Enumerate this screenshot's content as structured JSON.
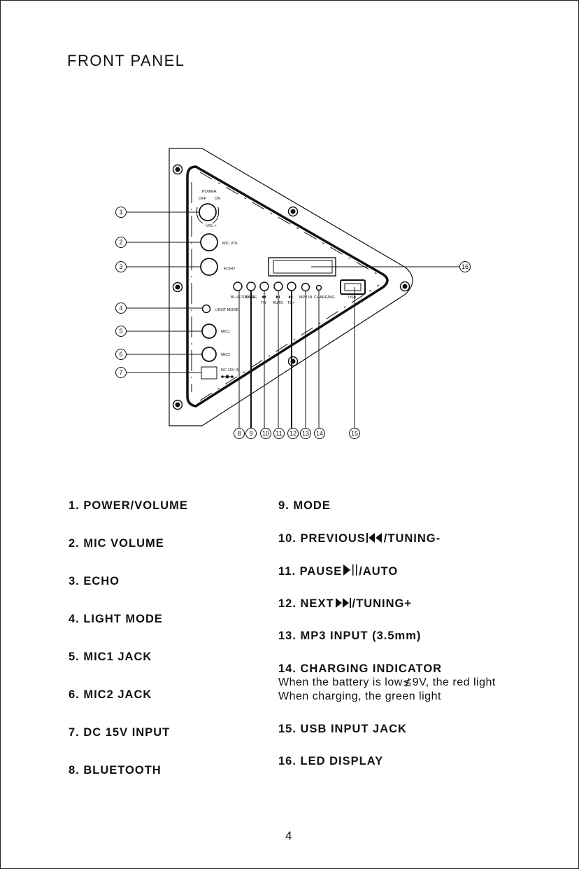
{
  "header": {
    "title": "FRONT PANEL"
  },
  "panel_labels": {
    "power": "POWER",
    "off": "OFF",
    "on": "ON",
    "vol": "- VOL +",
    "mic_vol": "MIC VOL",
    "echo": "ECHO",
    "light_mode": "LIGHT MODE",
    "mic1": "MIC1",
    "mic2": "MIC2",
    "dc_in": "DC 15V IN",
    "bluetooth": "BLUETOOTH",
    "mode": "MODE",
    "tu_minus": "TU-",
    "auto": "AUTO",
    "tu_plus": "TU+",
    "mp3_in": "MP3 IN",
    "charging": "CHARGING",
    "usb": "USB"
  },
  "callouts": [
    "1",
    "2",
    "3",
    "4",
    "5",
    "6",
    "7",
    "8",
    "9",
    "10",
    "11",
    "12",
    "13",
    "14",
    "15",
    "16"
  ],
  "legend": {
    "left": [
      "1. POWER/VOLUME",
      "2. MIC  VOLUME",
      "3. ECHO",
      "4. LIGHT MODE",
      "5. MIC1 JACK",
      "6. MIC2 JACK",
      "7. DC 15V INPUT",
      "8. BLUETOOTH"
    ],
    "right": {
      "mode": "9. MODE",
      "prev_a": "10. PREVIOUS",
      "prev_b": "/TUNING-",
      "pause_a": "11. PAUSE",
      "pause_b": "/AUTO",
      "next_a": "12. NEXT",
      "next_b": "/TUNING+",
      "mp3": "13. MP3 INPUT (3.5mm)",
      "charging": "14. CHARGING INDICATOR",
      "charging_desc_1": "When the battery is low≴9V, the red light",
      "charging_desc_2": "When charging, the green light",
      "usb": "15. USB  INPUT JACK",
      "led": "16. LED DISPLAY"
    }
  },
  "footer": {
    "page_number": "4"
  }
}
